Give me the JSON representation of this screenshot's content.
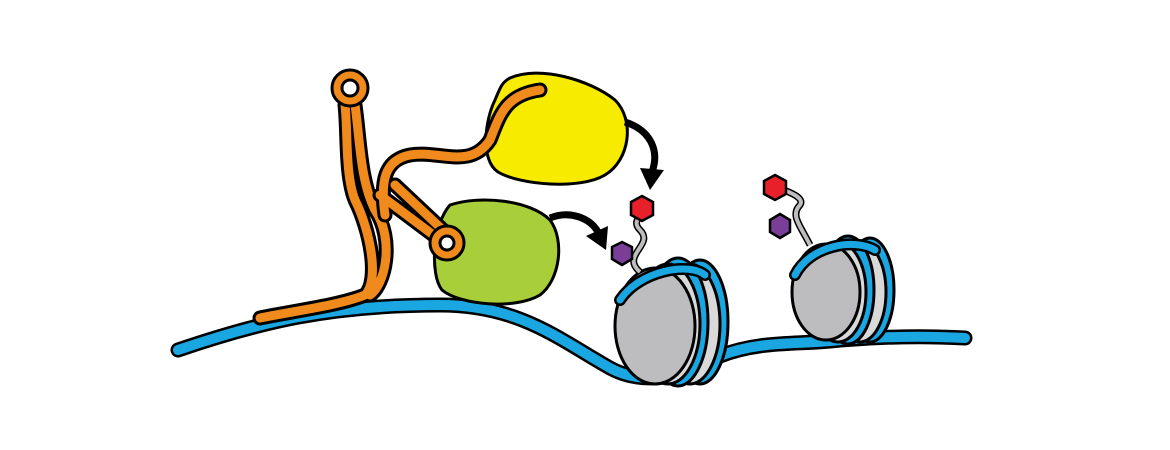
{
  "diagram": {
    "colors": {
      "background": "#ffffff",
      "dna": "#1aa6e0",
      "rna": "#f08a1c",
      "yellow_protein": "#f7ec00",
      "green_protein": "#a8cf3a",
      "histone": "#bdbdbf",
      "histone_light": "#d9d9da",
      "red_mark": "#e8202a",
      "purple_mark": "#7a3e98",
      "outline": "#000000"
    },
    "elements": [
      "dna-strand",
      "rna-strand",
      "yellow-protein",
      "green-protein",
      "nucleosome-1",
      "nucleosome-2",
      "arrow-1",
      "arrow-2",
      "histone-marks"
    ]
  }
}
